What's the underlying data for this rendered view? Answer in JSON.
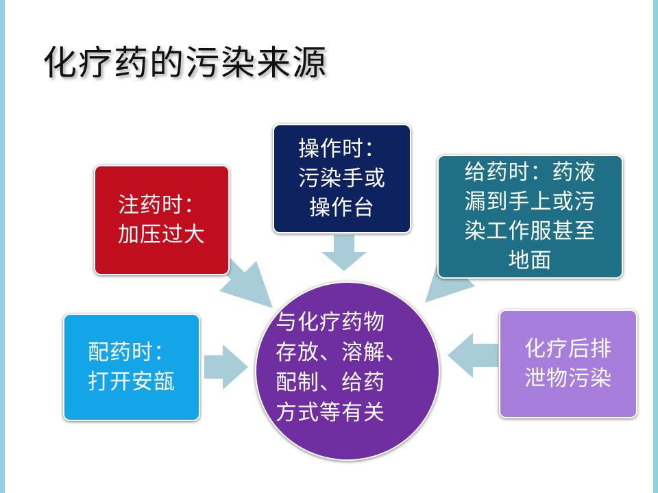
{
  "slide": {
    "title": "化疗药的污染来源"
  },
  "sources": {
    "injection": {
      "lines": [
        "注药时：",
        "加压过大"
      ],
      "color": "#c00e1f"
    },
    "operation": {
      "lines": [
        "操作时：",
        "污染手或",
        "操作台"
      ],
      "color": "#0f2260"
    },
    "administration": {
      "lines": [
        "给药时：药液",
        "漏到手上或污",
        "染工作服甚至",
        "地面"
      ],
      "color": "#1f6f86"
    },
    "preparation": {
      "lines": [
        "配药时：",
        "打开安瓿"
      ],
      "color": "#13a5e8"
    },
    "excretion": {
      "lines": [
        "化疗后排",
        "泄物污染"
      ],
      "color": "#a77edc"
    }
  },
  "center": {
    "lines": [
      "与化疗药物",
      "存放、溶解、",
      "配制、给药",
      "方式等有关"
    ],
    "color": "#702fa0"
  },
  "colors": {
    "arrow": "#a9cdd8",
    "accent_bar": "#8ed2e2"
  }
}
